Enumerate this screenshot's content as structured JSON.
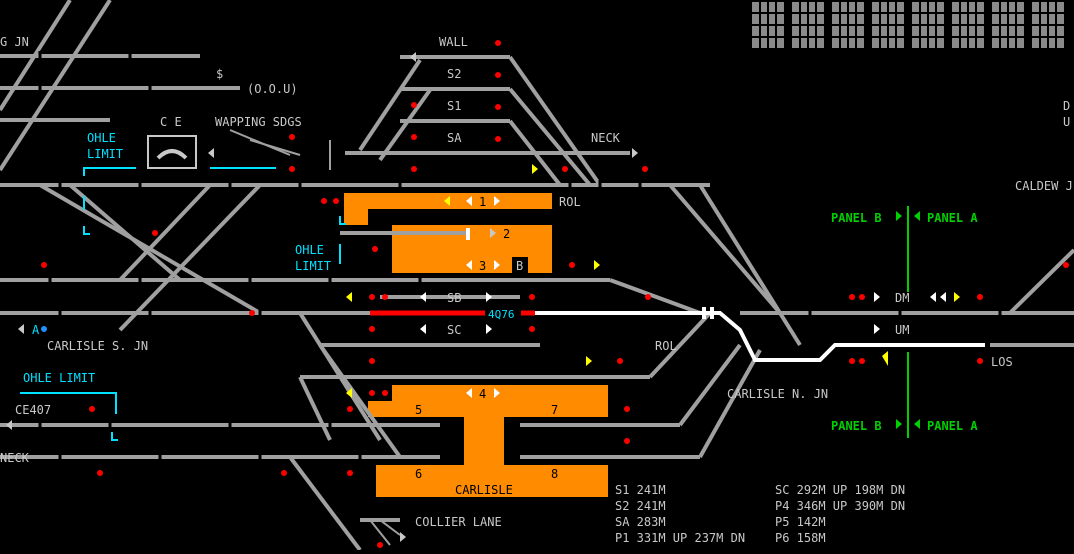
{
  "labels": {
    "g_jn": "G JN",
    "oou": "(O.O.U)",
    "dollar": "$",
    "ce": "C E",
    "wapping_sdgs": "WAPPING SDGS",
    "ohle_limit_1a": "OHLE",
    "ohle_limit_1b": "LIMIT",
    "ohle_limit_2a": "OHLE",
    "ohle_limit_2b": "LIMIT",
    "ohle_limit_3": "OHLE LIMIT",
    "wall": "WALL",
    "s2": "S2",
    "s1": "S1",
    "sa": "SA",
    "neck_top": "NECK",
    "rol_top": "ROL",
    "rol_mid": "ROL",
    "sb": "SB",
    "sc": "SC",
    "carlisle_s_jn": "CARLISLE S. JN",
    "a_marker": "A",
    "ce407": "CE407",
    "neck_left": "NECK",
    "carlisle_n_jn": "CARLISLE N. JN",
    "dm": "DM",
    "um": "UM",
    "los": "LOS",
    "caldew": "CALDEW J",
    "d_edge": "D",
    "u_edge": "U",
    "collier_lane": "COLLIER LANE",
    "carlisle": "CARLISLE",
    "berth": "4Q76",
    "p1": "1",
    "p2": "2",
    "p3": "3",
    "p4": "4",
    "p5": "5",
    "p6": "6",
    "p7": "7",
    "p8": "8",
    "b_box": "B"
  },
  "panel_labels": {
    "top_b": "PANEL B",
    "top_a": "PANEL A",
    "bottom_b": "PANEL B",
    "bottom_a": "PANEL A"
  },
  "lengths": [
    "S1 241M",
    "S2 241M",
    "SA 283M",
    "P1 331M UP 237M DN",
    "SC 292M UP 198M DN",
    "P4 346M UP 390M DN",
    "P5 142M",
    "P6 158M"
  ],
  "colors": {
    "track": "#a0a0a0",
    "platform": "#ff8c00",
    "route_set": "#ffffff",
    "occupied": "#ff0000",
    "signal_red": "#ff0000",
    "signal_yellow": "#ffff00",
    "ohle": "#00e0ff",
    "panel_border": "#00d000"
  },
  "icons": {
    "signal": "signal-head-icon",
    "arrow": "direction-arrow-icon",
    "buffer": "buffer-stop-icon",
    "grid": "panel-grid-icon"
  }
}
